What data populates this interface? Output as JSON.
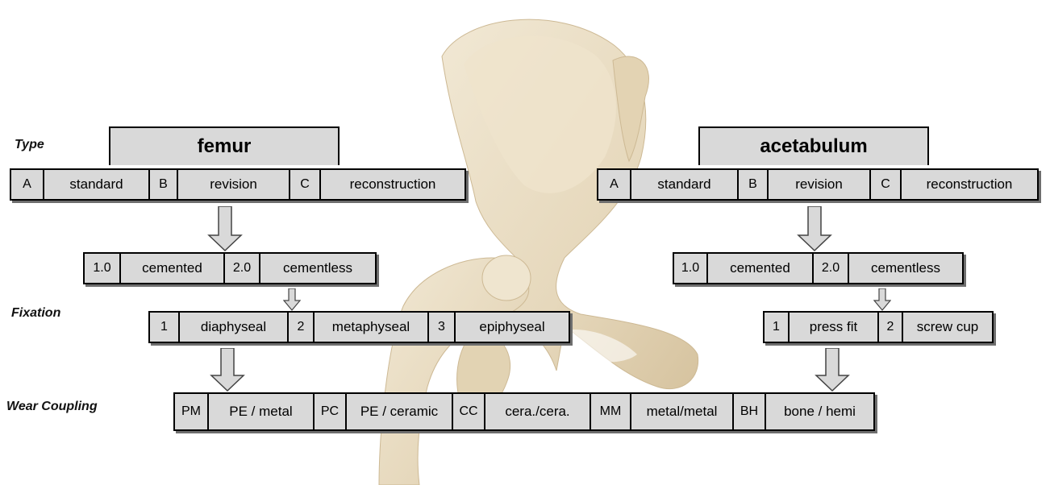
{
  "labels": {
    "type": "Type",
    "fixation": "Fixation",
    "wear": "Wear Coupling"
  },
  "femur": {
    "title": "femur",
    "type_row": [
      {
        "code": "A",
        "label": "standard"
      },
      {
        "code": "B",
        "label": "revision"
      },
      {
        "code": "C",
        "label": "reconstruction"
      }
    ],
    "fixation_row": [
      {
        "code": "1.0",
        "label": "cemented"
      },
      {
        "code": "2.0",
        "label": "cementless"
      }
    ],
    "cementless_row": [
      {
        "code": "1",
        "label": "diaphyseal"
      },
      {
        "code": "2",
        "label": "metaphyseal"
      },
      {
        "code": "3",
        "label": "epiphyseal"
      }
    ]
  },
  "acetabulum": {
    "title": "acetabulum",
    "type_row": [
      {
        "code": "A",
        "label": "standard"
      },
      {
        "code": "B",
        "label": "revision"
      },
      {
        "code": "C",
        "label": "reconstruction"
      }
    ],
    "fixation_row": [
      {
        "code": "1.0",
        "label": "cemented"
      },
      {
        "code": "2.0",
        "label": "cementless"
      }
    ],
    "cementless_row": [
      {
        "code": "1",
        "label": "press fit"
      },
      {
        "code": "2",
        "label": "screw cup"
      }
    ]
  },
  "wear_row": [
    {
      "code": "PM",
      "label": "PE / metal"
    },
    {
      "code": "PC",
      "label": "PE / ceramic"
    },
    {
      "code": "CC",
      "label": "cera./cera."
    },
    {
      "code": "MM",
      "label": "metal/metal"
    },
    {
      "code": "BH",
      "label": "bone / hemi"
    }
  ],
  "colors": {
    "box_fill": "#d9d9d9",
    "box_border": "#000000",
    "shadow": "#6e6e6e",
    "bone": "#e8dcc4"
  }
}
